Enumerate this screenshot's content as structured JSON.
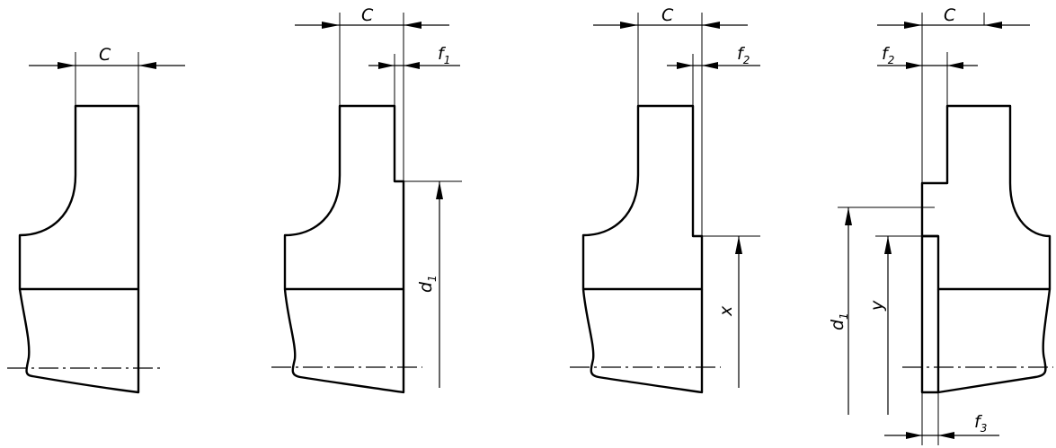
{
  "labels": {
    "c": "C",
    "f": "f",
    "d": "d",
    "x": "x",
    "y": "y",
    "sub1": "1",
    "sub2": "2",
    "sub3": "3"
  },
  "colors": {
    "line": "#000000",
    "hatch": "#000000",
    "background": "#ffffff"
  }
}
